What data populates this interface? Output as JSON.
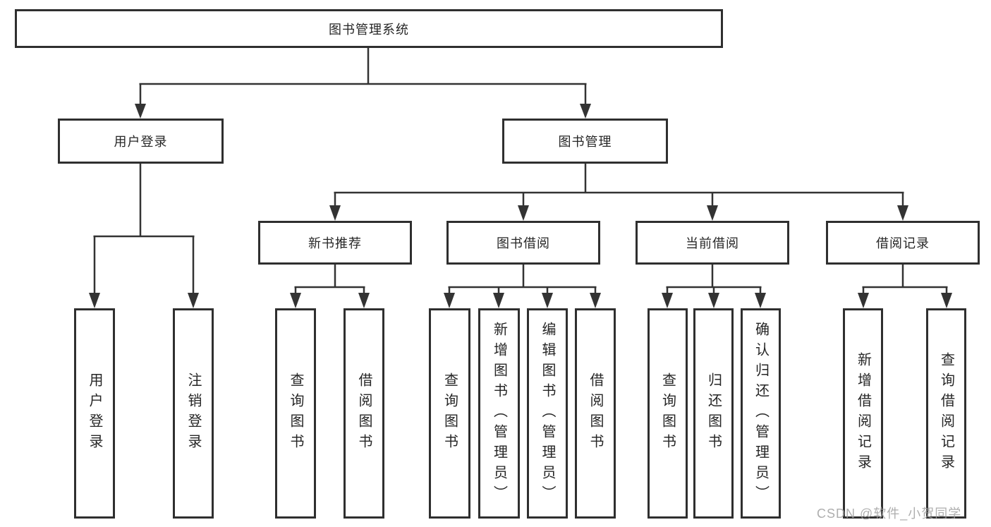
{
  "tree": {
    "root": {
      "label": "图书管理系统"
    },
    "branches": [
      {
        "label": "用户登录",
        "children": [
          {
            "label": "用户登录"
          },
          {
            "label": "注销登录"
          }
        ]
      },
      {
        "label": "图书管理",
        "children": [
          {
            "label": "新书推荐",
            "children": [
              {
                "label": "查询图书"
              },
              {
                "label": "借阅图书"
              }
            ]
          },
          {
            "label": "图书借阅",
            "children": [
              {
                "label": "查询图书"
              },
              {
                "label": "新增图书（管理员）"
              },
              {
                "label": "编辑图书（管理员）"
              },
              {
                "label": "借阅图书"
              }
            ]
          },
          {
            "label": "当前借阅",
            "children": [
              {
                "label": "查询图书"
              },
              {
                "label": "归还图书"
              },
              {
                "label": "确认归还（管理员）"
              }
            ]
          },
          {
            "label": "借阅记录",
            "children": [
              {
                "label": "新增借阅记录"
              },
              {
                "label": "查询借阅记录"
              }
            ]
          }
        ]
      }
    ]
  },
  "watermark": {
    "text": "CSDN @软件_小贺同学"
  },
  "colors": {
    "line": "#333333",
    "box_border": "#2f2f2f",
    "box_fill": "#ffffff",
    "text": "#262626",
    "watermark": "#a0a0a0",
    "background": "#ffffff"
  }
}
